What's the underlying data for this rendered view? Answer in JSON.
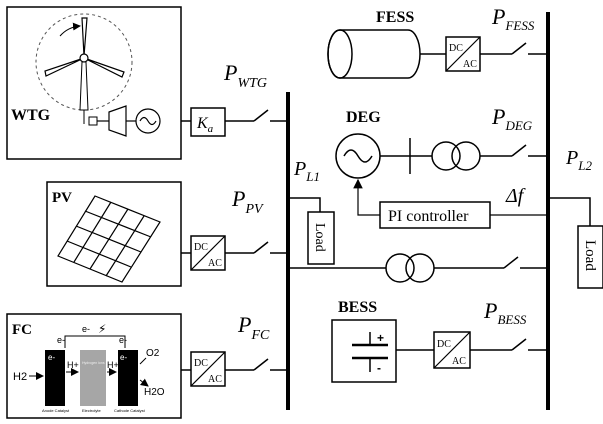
{
  "wtg": {
    "label": "WTG",
    "gain": "K",
    "gain_sub": "a"
  },
  "pv": {
    "label": "PV"
  },
  "fc": {
    "label": "FC",
    "e_left": "e-",
    "e_top": "e-",
    "e_right": "e-",
    "e_inner_left": "e-",
    "e_inner_right": "e-",
    "h_plus_left": "H+",
    "h_plus_right": "H+",
    "h2": "H2",
    "o2": "O2",
    "h2o": "H2O",
    "anode": "Anode Catalyst",
    "electrolyte": "Electrolyte",
    "cathode": "Cathode Catalyst",
    "membrane": "Hydrogen ions"
  },
  "fess": {
    "label": "FESS"
  },
  "deg": {
    "label": "DEG"
  },
  "bess": {
    "label": "BESS",
    "plus": "+",
    "minus": "-"
  },
  "converters": {
    "dc": "DC",
    "ac": "AC"
  },
  "controller": {
    "label": "PI controller",
    "delta_f": "Δf"
  },
  "loads": {
    "load1": "Load",
    "load2": "Load"
  },
  "powers": {
    "p_wtg": {
      "main": "P",
      "sub": "WTG"
    },
    "p_pv": {
      "main": "P",
      "sub": "PV"
    },
    "p_fc": {
      "main": "P",
      "sub": "FC"
    },
    "p_l1": {
      "main": "P",
      "sub": "L1"
    },
    "p_fess": {
      "main": "P",
      "sub": "FESS"
    },
    "p_deg": {
      "main": "P",
      "sub": "DEG"
    },
    "p_l2": {
      "main": "P",
      "sub": "L2"
    },
    "p_bess": {
      "main": "P",
      "sub": "BESS"
    }
  }
}
